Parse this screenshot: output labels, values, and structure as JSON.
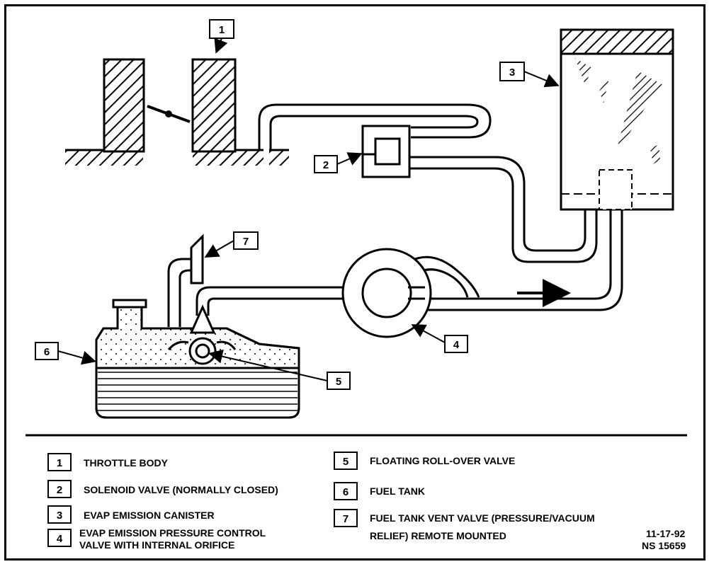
{
  "callouts": {
    "c1": "1",
    "c2": "2",
    "c3": "3",
    "c4": "4",
    "c5": "5",
    "c6": "6",
    "c7": "7"
  },
  "legend": [
    {
      "num": "1",
      "text": "THROTTLE BODY"
    },
    {
      "num": "2",
      "text": "SOLENOID VALVE (NORMALLY CLOSED)"
    },
    {
      "num": "3",
      "text": "EVAP EMISSION CANISTER"
    },
    {
      "num": "4",
      "text_line1": "EVAP EMISSION PRESSURE CONTROL",
      "text_line2": "VALVE WITH INTERNAL ORIFICE"
    },
    {
      "num": "5",
      "text": "FLOATING ROLL-OVER VALVE"
    },
    {
      "num": "6",
      "text": "FUEL TANK"
    },
    {
      "num": "7",
      "text_line1": "FUEL TANK VENT VALVE (PRESSURE/VACUUM",
      "text_line2": "RELIEF) REMOTE MOUNTED"
    }
  ],
  "footer": {
    "date": "11-17-92",
    "code": "NS 15659"
  }
}
